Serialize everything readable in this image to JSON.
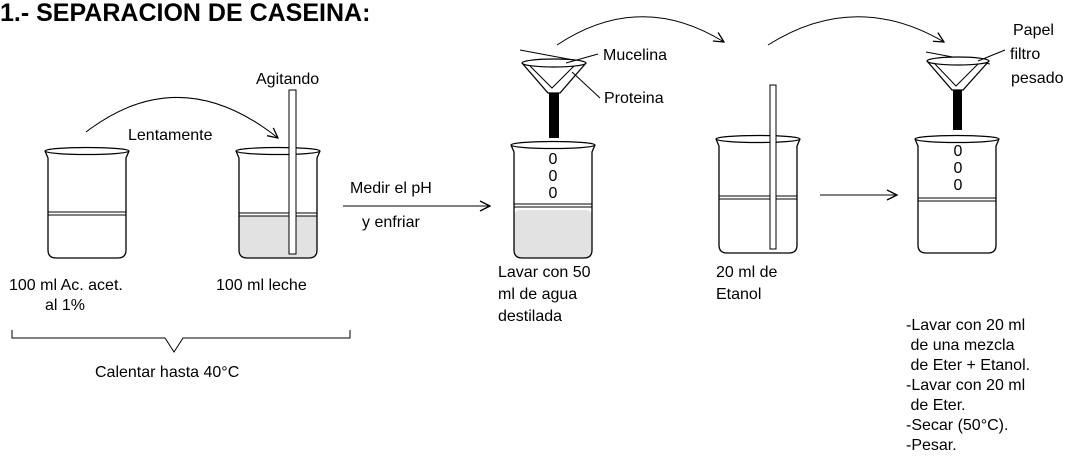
{
  "title": "1.- SEPARACION DE CASEINA:",
  "labels": {
    "agitando": "Agitando",
    "lentamente": "Lentamente",
    "medir_ph": "Medir el pH",
    "y_enfriar": "y enfriar",
    "mucelina": "Mucelina",
    "proteina": "Proteina",
    "papel_1": "Papel",
    "papel_2": "filtro",
    "papel_3": "pesado",
    "drop": "0"
  },
  "beakers": {
    "b1_line1": "100 ml Ac. acet.",
    "b1_line2": "al 1%",
    "b2_line1": "100 ml leche",
    "b3_line1": "Lavar con 50",
    "b3_line2": "ml de agua",
    "b3_line3": "destilada",
    "b4_line1": "20 ml de",
    "b4_line2": "Etanol"
  },
  "calentar": "Calentar hasta 40°C",
  "steps": [
    "-Lavar con 20 ml",
    " de una mezcla",
    " de Eter + Etanol.",
    "-Lavar con 20 ml",
    " de Eter.",
    "-Secar (50°C).",
    "-Pesar."
  ],
  "colors": {
    "liquid_fill": "#e2e2e2",
    "line": "#000000",
    "background": "#ffffff"
  }
}
